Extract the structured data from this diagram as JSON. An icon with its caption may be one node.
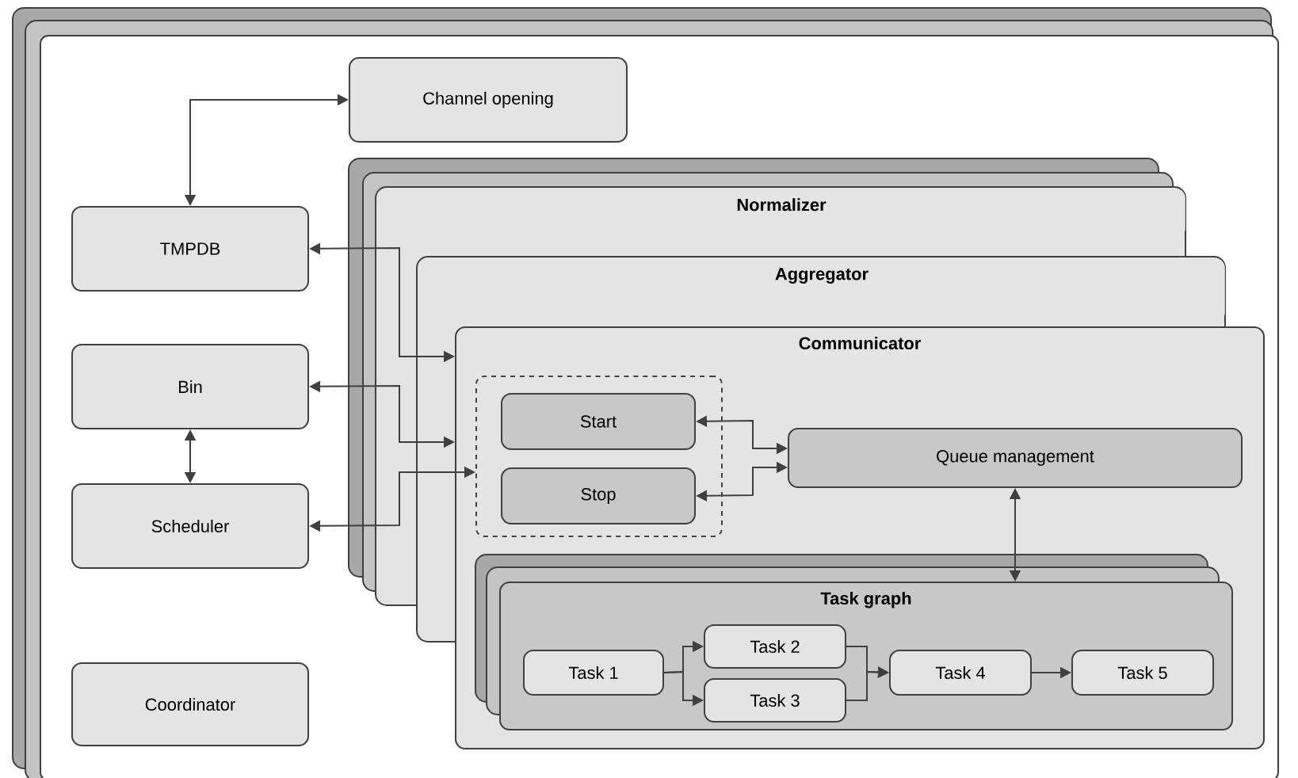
{
  "diagram": {
    "nodes": [
      {
        "text": [],
        "shape": "box"
      },
      {
        "text": [
          "Channel opening"
        ],
        "in": 0
      },
      {
        "text": [
          "TMPDB"
        ],
        "in": 0
      },
      {
        "text": [
          "Bin"
        ],
        "in": 0
      },
      {
        "text": [
          "Scheduler"
        ],
        "in": 0
      },
      {
        "text": [
          "Coordinator"
        ],
        "in": 0
      },
      {
        "text": [
          "Normalizer"
        ],
        "in": 0
      },
      {
        "text": [
          "Aggregator"
        ],
        "in": 0
      },
      {
        "text": [
          "Communicator"
        ],
        "in": 0
      },
      {
        "text": [],
        "shape": "box",
        "in": 8
      },
      {
        "text": [
          "Start"
        ],
        "in": 9
      },
      {
        "text": [
          "Stop"
        ],
        "in": 9
      },
      {
        "text": [
          "Queue management"
        ],
        "in": 8
      },
      {
        "text": [
          "Task graph"
        ],
        "in": 8
      },
      {
        "text": [
          "Task 1"
        ],
        "in": 13
      },
      {
        "text": [
          "Task 2"
        ],
        "in": 13
      },
      {
        "text": [
          "Task 3"
        ],
        "in": 13
      },
      {
        "text": [
          "Task 4"
        ],
        "in": 13
      },
      {
        "text": [
          "Task 5"
        ],
        "in": 13
      }
    ],
    "edges": [
      {
        "from": 2,
        "to": 1,
        "arrow": "both"
      },
      {
        "from": 2,
        "to": 8,
        "arrow": "both"
      },
      {
        "from": 3,
        "to": 8,
        "arrow": "both"
      },
      {
        "from": 4,
        "to": 9,
        "arrow": "both"
      },
      {
        "from": 3,
        "to": 4,
        "arrow": "both"
      },
      {
        "from": 10,
        "to": 12,
        "arrow": "both"
      },
      {
        "from": 11,
        "to": 12,
        "arrow": "both"
      },
      {
        "from": 12,
        "to": 13,
        "arrow": "both"
      },
      {
        "from": 14,
        "to": 15,
        "arrow": "to"
      },
      {
        "from": 14,
        "to": 16,
        "arrow": "to"
      },
      {
        "from": 15,
        "to": 17,
        "arrow": "to"
      },
      {
        "from": 16,
        "to": 17,
        "arrow": "to"
      },
      {
        "from": 17,
        "to": 18,
        "arrow": "to"
      }
    ]
  }
}
